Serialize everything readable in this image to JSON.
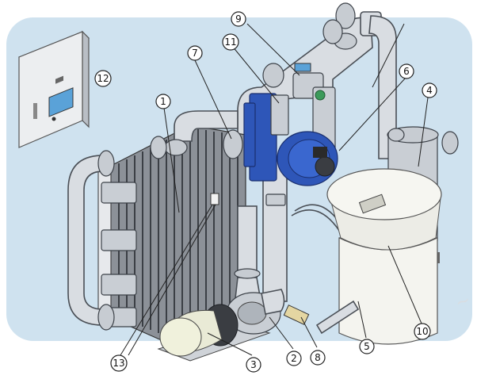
{
  "diagram": {
    "callouts": [
      {
        "id": "c1",
        "label": "1"
      },
      {
        "id": "c2",
        "label": "2"
      },
      {
        "id": "c3",
        "label": "3"
      },
      {
        "id": "c4",
        "label": "4"
      },
      {
        "id": "c5",
        "label": "5"
      },
      {
        "id": "c6",
        "label": "6"
      },
      {
        "id": "c7",
        "label": "7"
      },
      {
        "id": "c8",
        "label": "8"
      },
      {
        "id": "c9",
        "label": "9"
      },
      {
        "id": "c10",
        "label": "10"
      },
      {
        "id": "c11",
        "label": "11"
      },
      {
        "id": "c12",
        "label": "12"
      },
      {
        "id": "c13",
        "label": "13"
      }
    ]
  },
  "colors": {
    "background_panel": "#cfe2ef",
    "pipe": "#d9dde2",
    "valve_blue": "#2e56b8",
    "tank_white": "#f4f4ef",
    "heat_exchanger_plates": "#5a5f66"
  }
}
